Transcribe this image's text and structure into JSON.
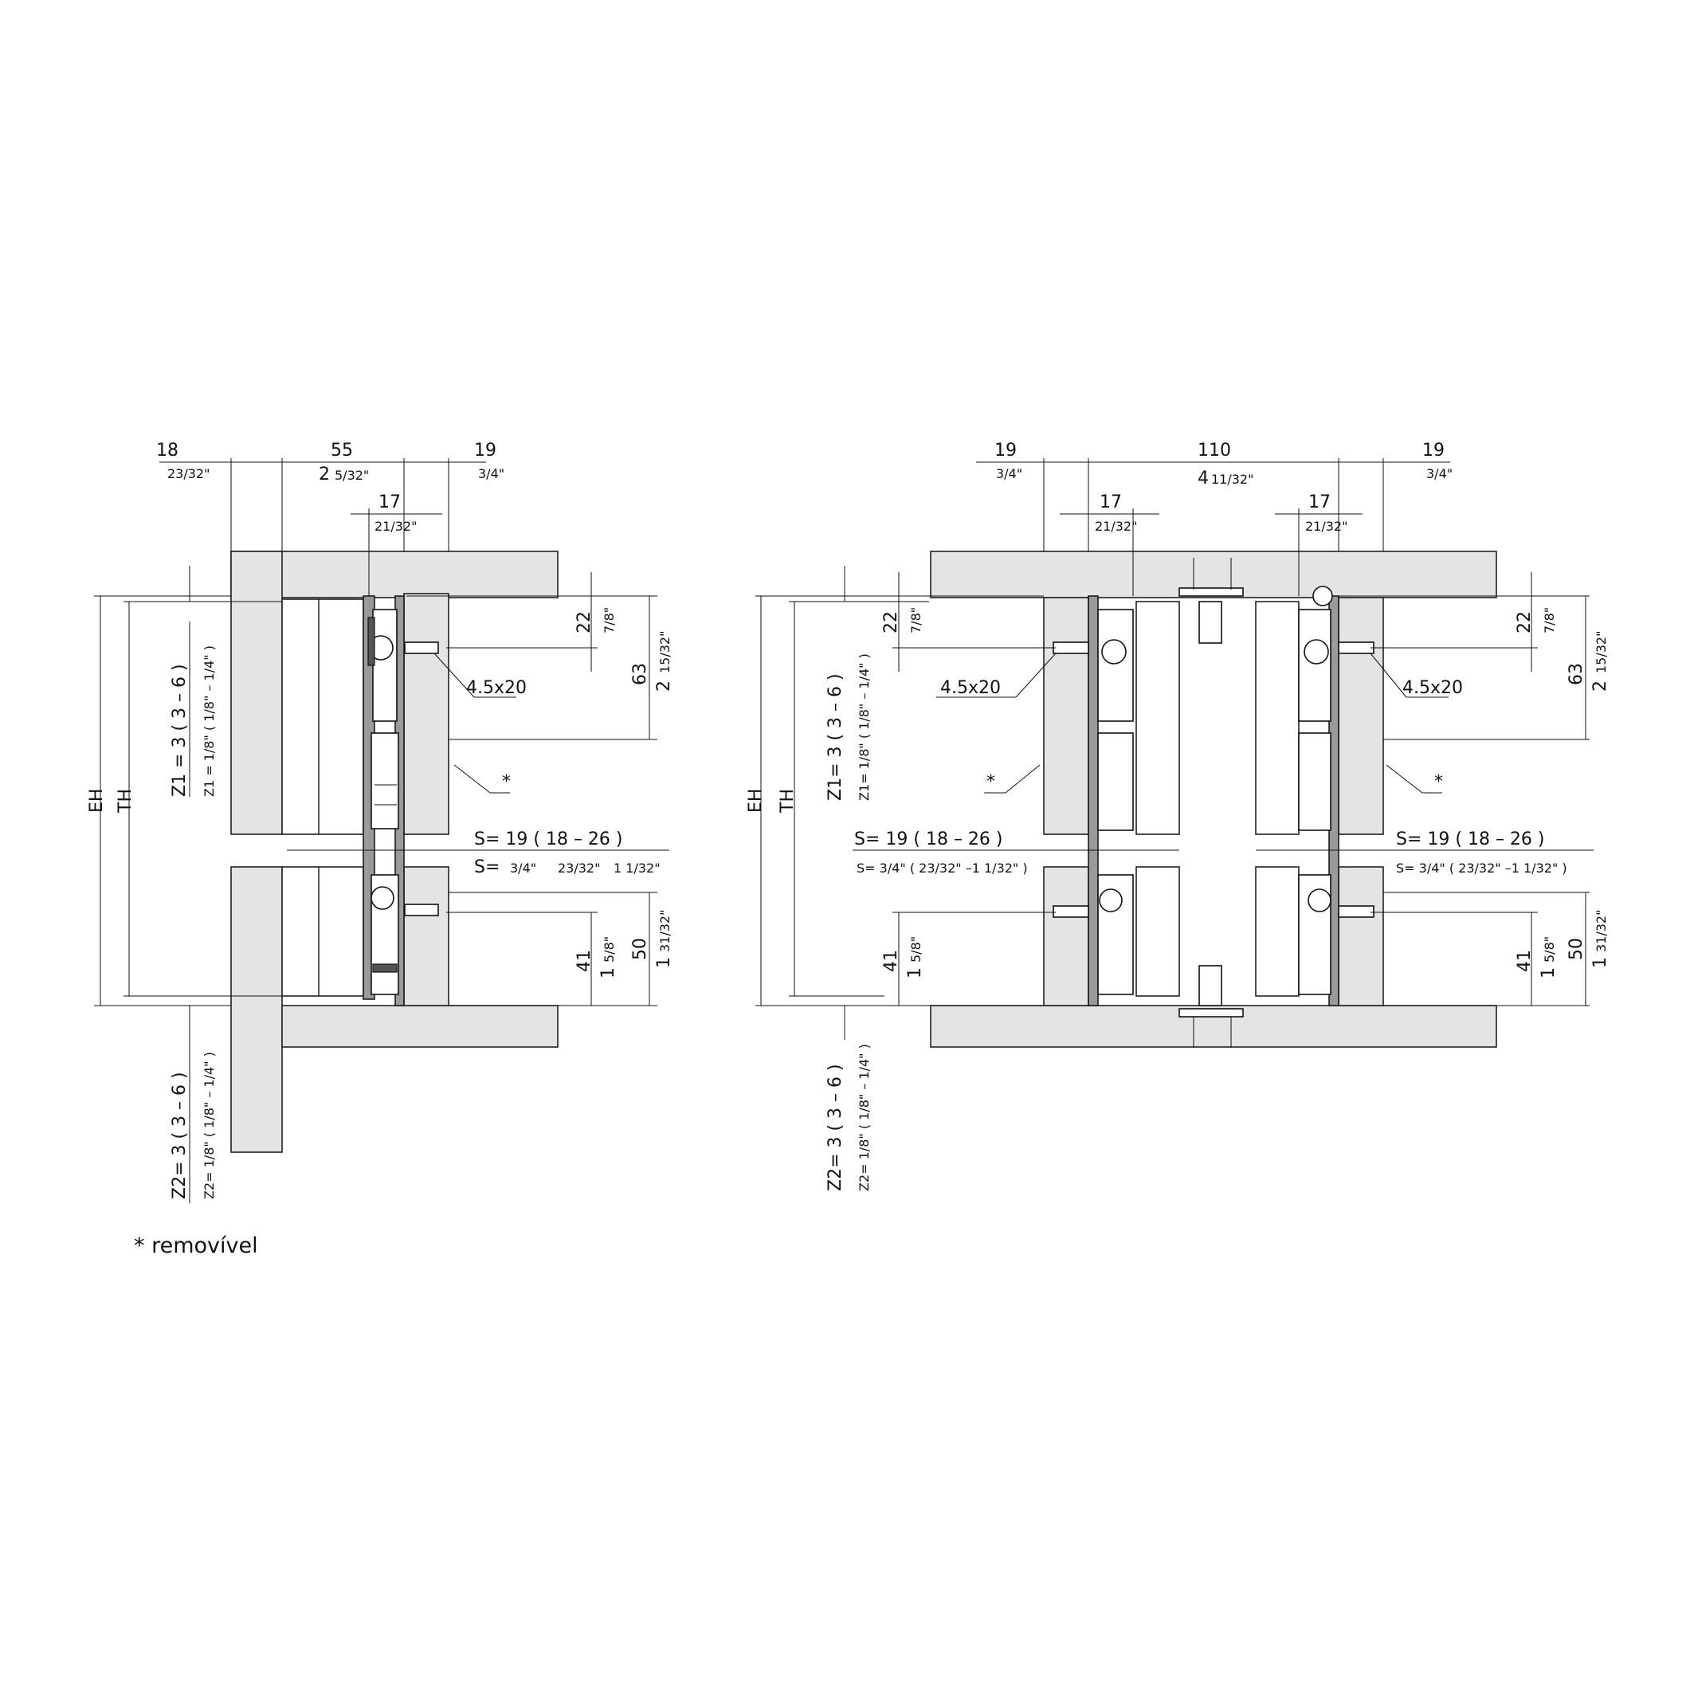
{
  "diagram": {
    "footnote": "* removível",
    "left": {
      "top": {
        "a_mm": "18",
        "a_in": "23/32\"",
        "b_mm": "55",
        "b_in_whole": "2",
        "b_in_frac": "5/32\"",
        "c_mm": "19",
        "c_in": "3/4\"",
        "d_mm": "17",
        "d_in": "21/32\""
      },
      "screw": "4.5x20",
      "star": "*",
      "right_dims": {
        "top_mm": "22",
        "top_in": "7/8\"",
        "total_mm": "63",
        "total_in_whole": "2",
        "total_in_frac": "15/32\"",
        "bot_mm": "41",
        "bot_in_whole": "1",
        "bot_in_frac": "5/8\"",
        "bot_total_mm": "50",
        "bot_total_in_whole": "1",
        "bot_total_in_frac": "31/32\""
      },
      "gap_mm": "S= 19 ( 18  –  26 )",
      "gap_in_prefix": "S=",
      "gap_in_a": "3/4\"",
      "gap_in_b": "23/32\"",
      "gap_in_c": "1 1/32\"",
      "eh": "EH",
      "th": "TH",
      "z1_mm": "Z1 = 3 ( 3 – 6 )",
      "z1_in": "Z1 = 1/8\" ( 1/8\" – 1/4\" )",
      "z2_mm": "Z2= 3 ( 3 – 6 )",
      "z2_in": "Z2= 1/8\" ( 1/8\" – 1/4\" )"
    },
    "right": {
      "top": {
        "a_mm": "19",
        "a_in": "3/4\"",
        "b_mm": "110",
        "b_in_whole": "4",
        "b_in_frac": "11/32\"",
        "c_mm": "19",
        "c_in": "3/4\"",
        "d_mm": "17",
        "d_in": "21/32\""
      },
      "screw": "4.5x20",
      "star": "*",
      "left_dims": {
        "top_mm": "22",
        "top_in": "7/8\"",
        "bot_mm": "41",
        "bot_in_whole": "1",
        "bot_in_frac": "5/8\""
      },
      "right_dims": {
        "top_mm": "22",
        "top_in": "7/8\"",
        "total_mm": "63",
        "total_in_whole": "2",
        "total_in_frac": "15/32\"",
        "bot_mm": "41",
        "bot_in_whole": "1",
        "bot_in_frac": "5/8\"",
        "bot_total_mm": "50",
        "bot_total_in_whole": "1",
        "bot_total_in_frac": "31/32\""
      },
      "gap_mm": "S= 19 ( 18 – 26 )",
      "gap_in": "S= 3/4\" ( 23/32\" –1 1/32\" )",
      "eh": "EH",
      "th": "TH",
      "z1_mm": "Z1= 3 ( 3 – 6 )",
      "z1_in": "Z1= 1/8\" ( 1/8\" – 1/4\" )",
      "z2_mm": "Z2= 3 ( 3 – 6 )",
      "z2_in": "Z2= 1/8\" ( 1/8\" – 1/4\" )"
    }
  }
}
